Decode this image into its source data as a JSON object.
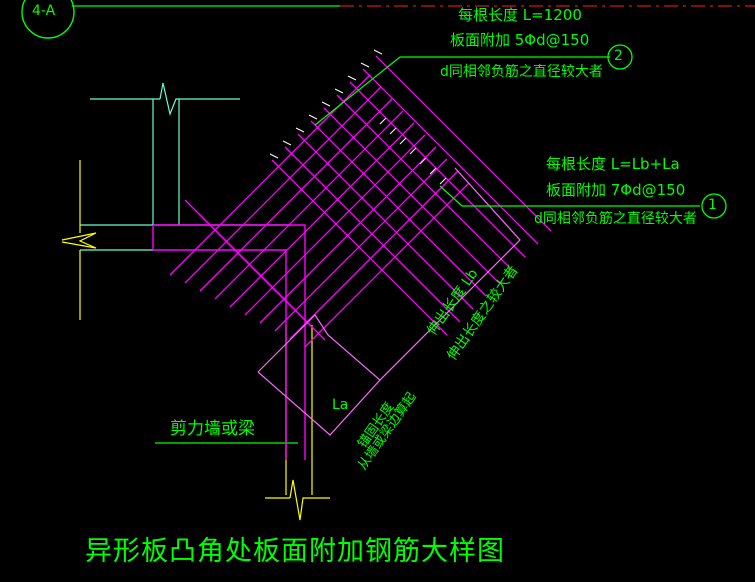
{
  "axis_tag": "4-A",
  "annotation_2": {
    "marker": "2",
    "line1": "每根长度 L=1200",
    "line2": "板面附加 5Φd@150",
    "line3": "d同相邻负筋之直径较大者"
  },
  "annotation_1": {
    "marker": "1",
    "line1": "每根长度 L=Lb+La",
    "line2": "板面附加 7Φd@150",
    "line3": "d同相邻负筋之直径较大者"
  },
  "lb_label": "伸出长度 Lb",
  "lb_sub": "伸出长度之较大者",
  "la_label": "La",
  "anchor_label_1": "锚固长度",
  "anchor_label_2": "从墙或梁边算起",
  "wall_label": "剪力墙或梁",
  "title": "异形板凸角处板面附加钢筋大样图",
  "colors": {
    "background": "#000000",
    "text": "#00ff00",
    "rebar": "#ff00ff",
    "dim_line": "#ff66ff",
    "wall_line": "#ffff00",
    "cyan_line": "#66ffcc",
    "circle": "#00ff00"
  }
}
